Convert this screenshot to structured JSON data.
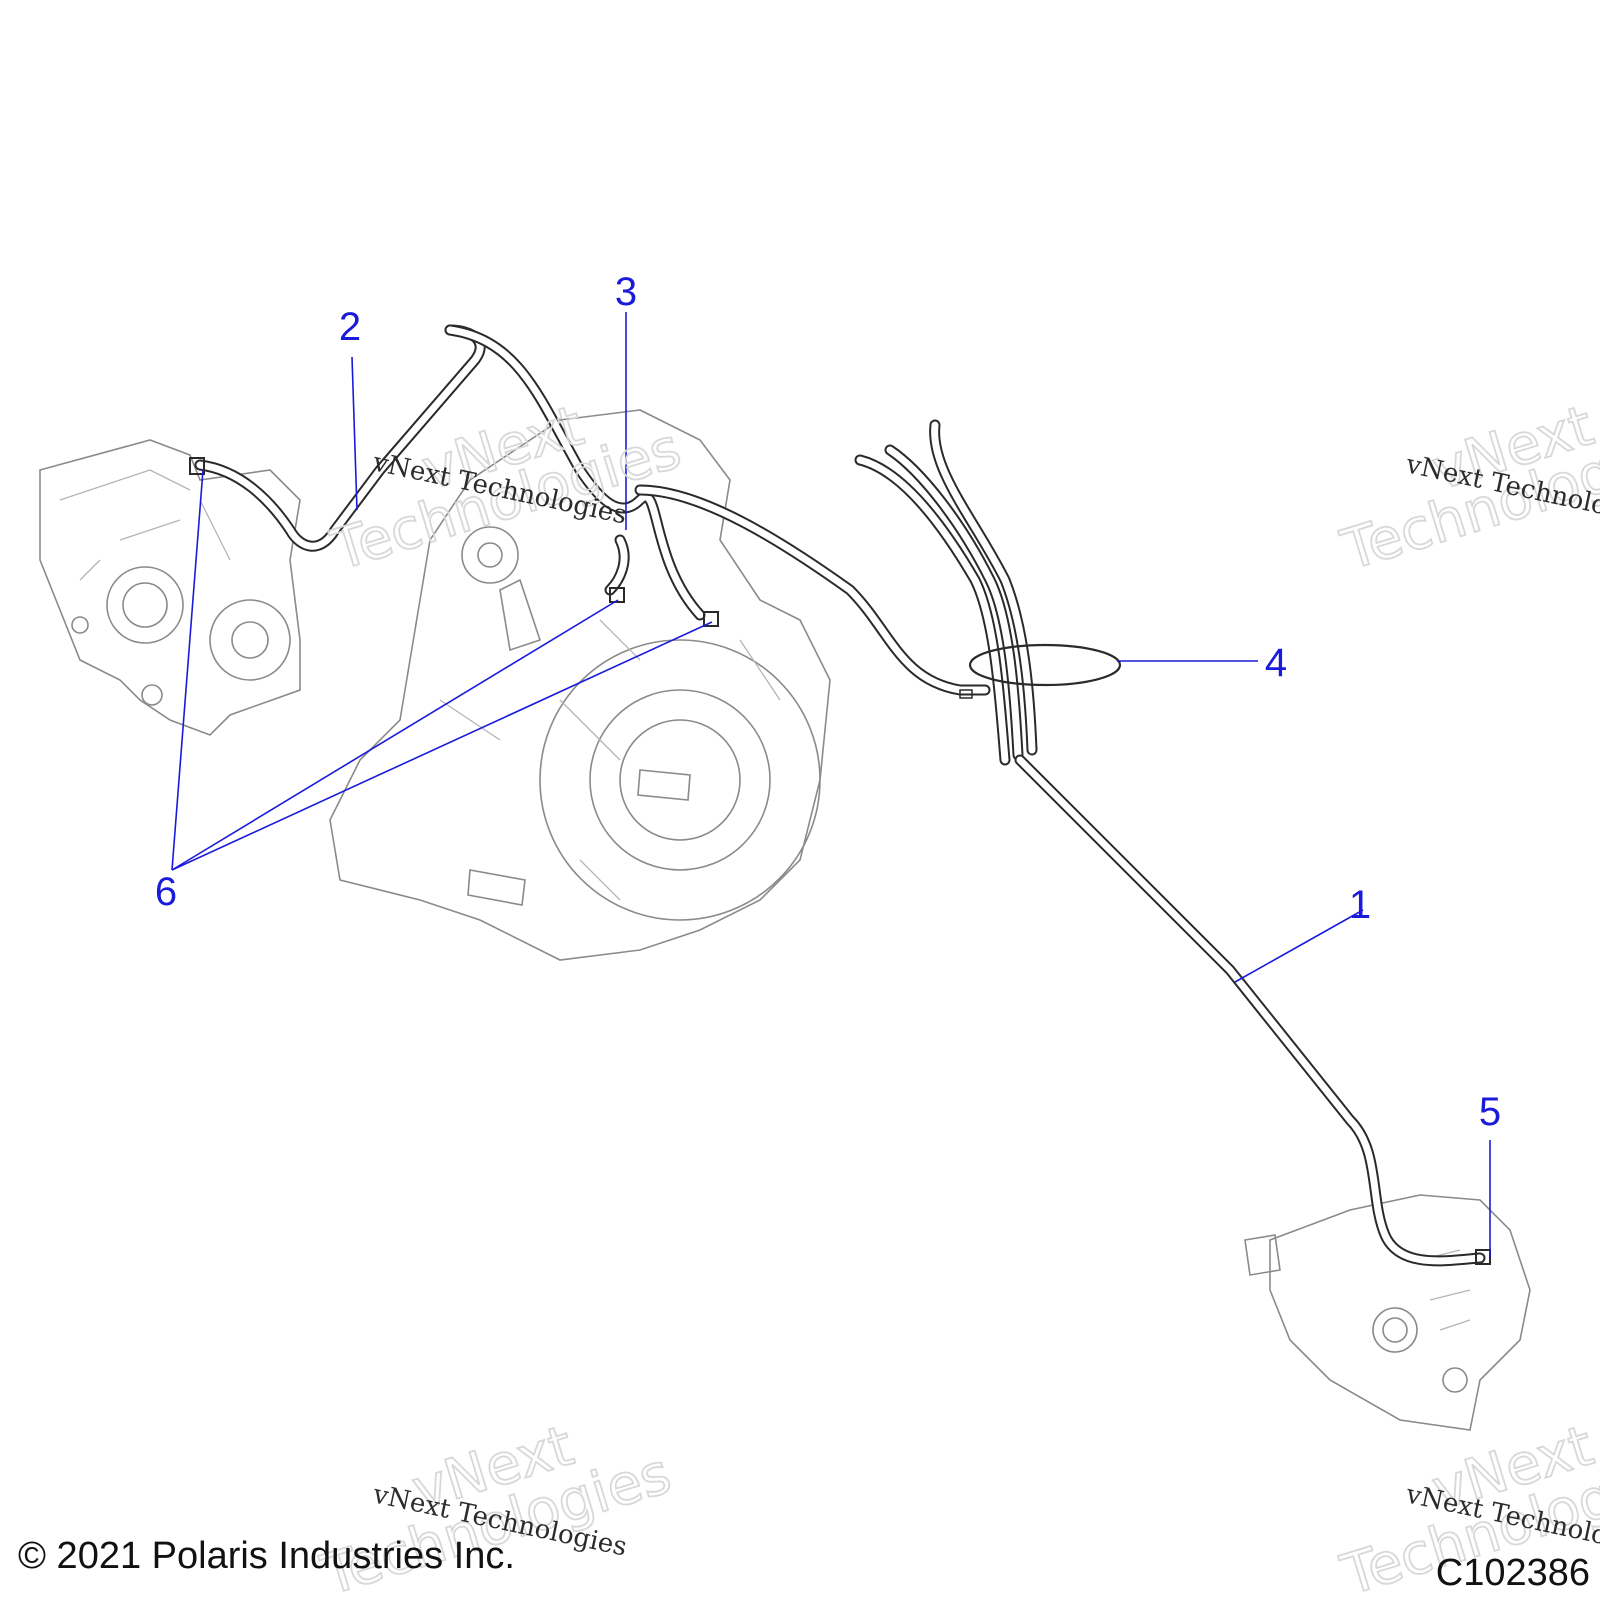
{
  "callouts": [
    "1",
    "2",
    "3",
    "4",
    "5",
    "6"
  ],
  "footer": {
    "copyright": "© 2021 Polaris Industries Inc.",
    "figure_code": "C102386"
  },
  "watermark": {
    "line_small": "vNext Technologies",
    "line_big_1": "vNext",
    "line_big_2": "Technologies"
  }
}
